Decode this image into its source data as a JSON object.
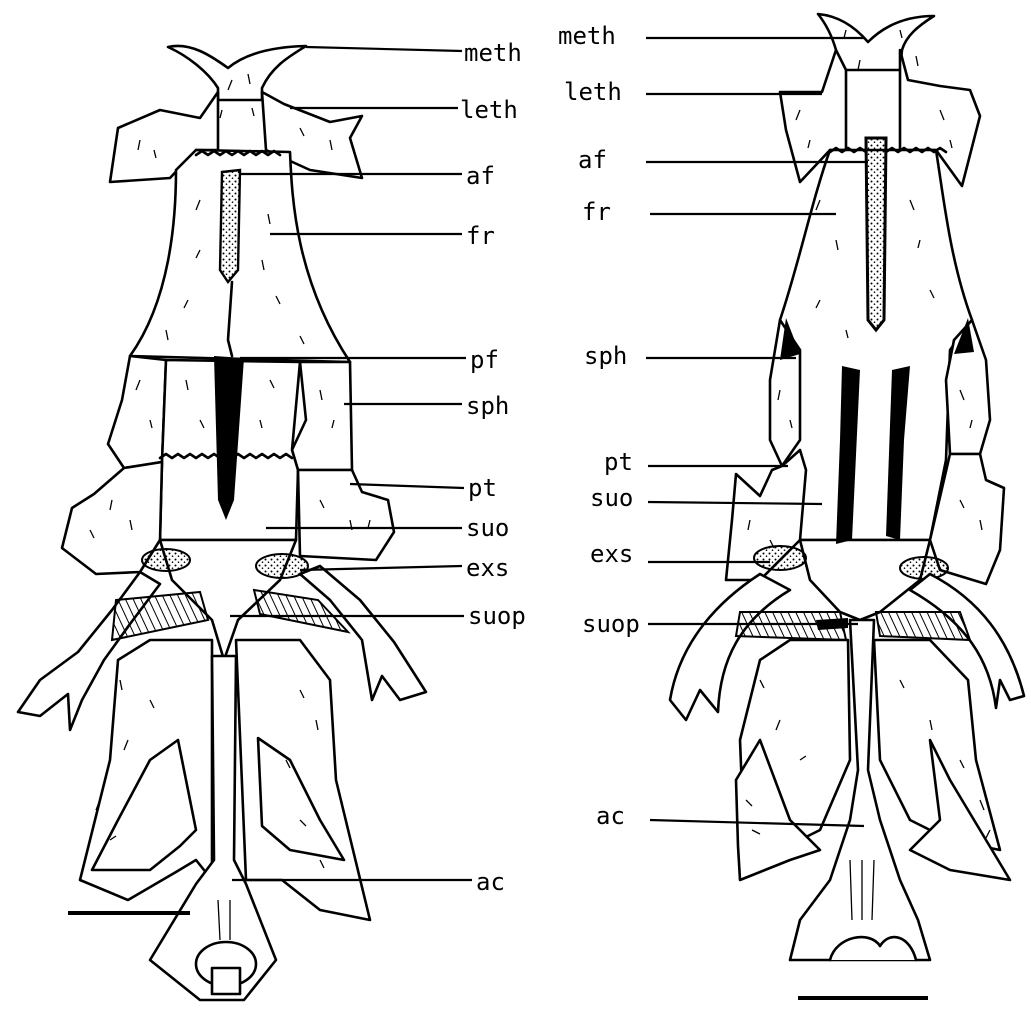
{
  "figure": {
    "left_view": {
      "labels": [
        "meth",
        "leth",
        "af",
        "fr",
        "pf",
        "sph",
        "pt",
        "suo",
        "exs",
        "suop",
        "ac"
      ]
    },
    "right_view": {
      "labels": [
        "meth",
        "leth",
        "af",
        "fr",
        "sph",
        "pt",
        "suo",
        "exs",
        "suop",
        "ac"
      ]
    }
  }
}
